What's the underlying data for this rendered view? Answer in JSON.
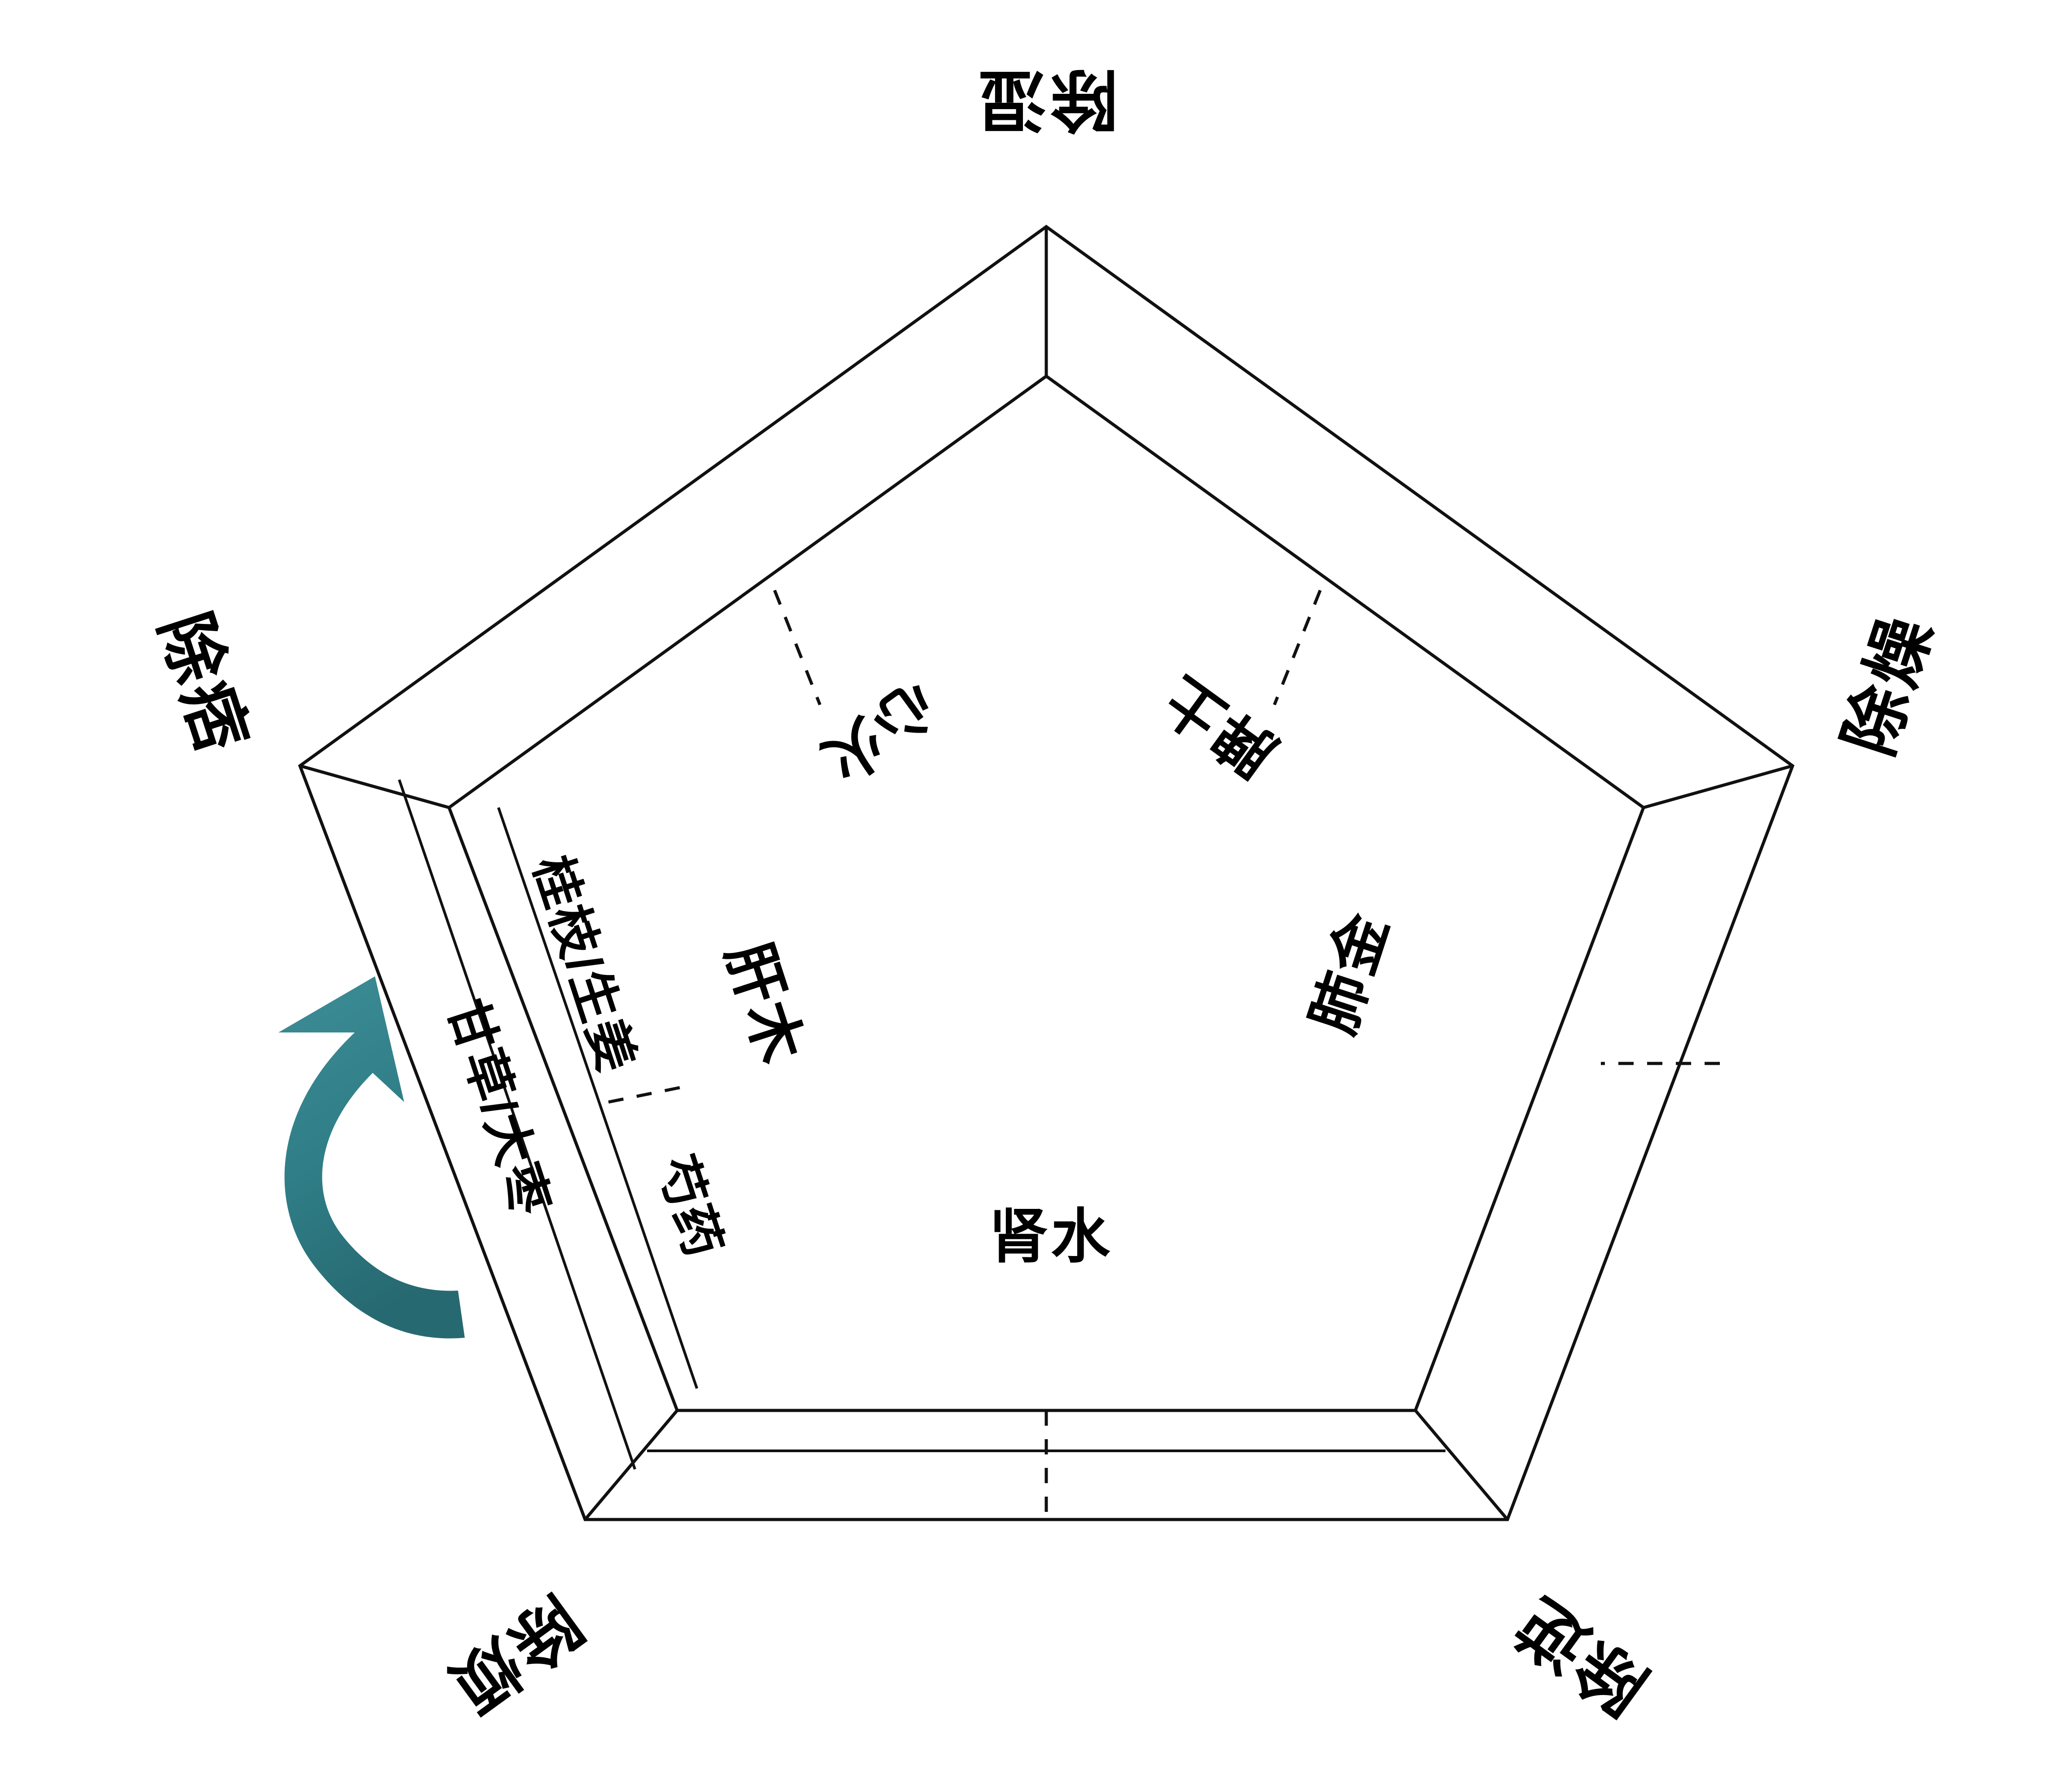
{
  "diagram": {
    "title": "五行五脏方药配伍图",
    "type": "pentagon-ring",
    "accent_color": "#2f7d86",
    "line_color": "#111111",
    "background": "#ffffff"
  },
  "outer_labels": [
    {
      "id": "top",
      "text": "除湿",
      "rotation": 180
    },
    {
      "id": "upper-right",
      "text": "除燥",
      "rotation": -72
    },
    {
      "id": "lower-right",
      "text": "除逆",
      "rotation": -144
    },
    {
      "id": "lower-left",
      "text": "除烦",
      "rotation": 144
    },
    {
      "id": "upper-left",
      "text": "除痞",
      "rotation": 72
    }
  ],
  "organ_labels": [
    {
      "id": "heart",
      "text": "心火",
      "rotation": 144
    },
    {
      "id": "spleen",
      "text": "脾土",
      "rotation": -144
    },
    {
      "id": "lung",
      "text": "肺金",
      "rotation": -72
    },
    {
      "id": "kidney",
      "text": "肾水",
      "rotation": 0
    },
    {
      "id": "liver",
      "text": "肝木",
      "rotation": 72
    }
  ],
  "herb_labels": [
    {
      "id": "band-outer",
      "text": "甘草/大枣",
      "rotation": 72
    },
    {
      "id": "band-mid",
      "text": "桂枝/生姜",
      "rotation": 72
    },
    {
      "id": "band-inner",
      "text": "芍药",
      "rotation": 72
    }
  ],
  "arrow": {
    "name": "rotation-arrow",
    "color": "#2f7d86",
    "direction": "counter-clockwise-upward"
  }
}
